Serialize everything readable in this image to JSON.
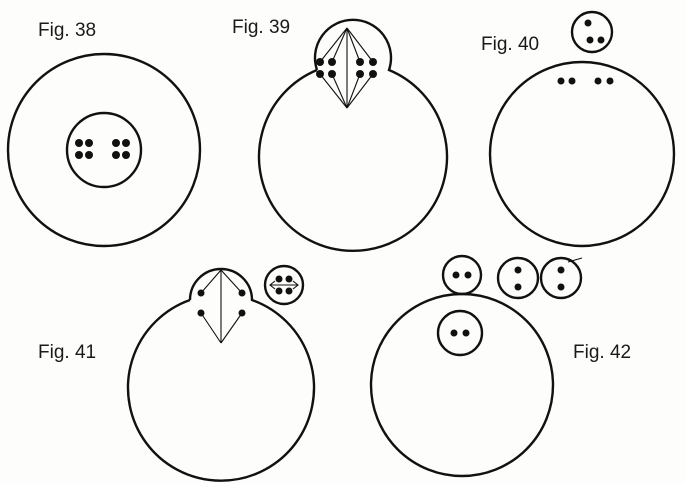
{
  "figures": {
    "fig38": {
      "label": "Fig. 38"
    },
    "fig39": {
      "label": "Fig. 39"
    },
    "fig40": {
      "label": "Fig. 40"
    },
    "fig41": {
      "label": "Fig. 41"
    },
    "fig42": {
      "label": "Fig. 42"
    }
  },
  "colors": {
    "ink": "#111111",
    "paper": "#fdfdfb"
  }
}
